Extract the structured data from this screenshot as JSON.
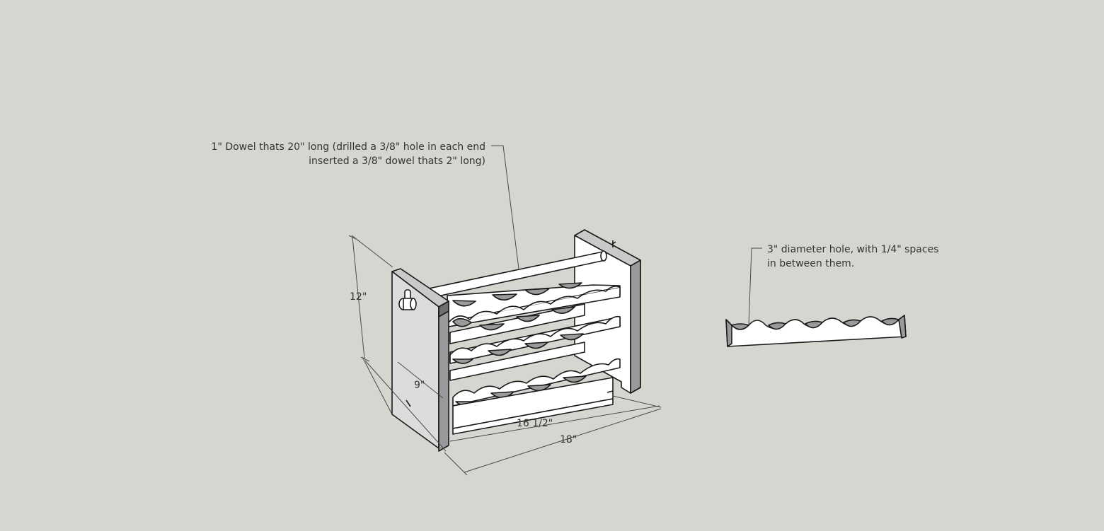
{
  "annotations": {
    "dowel_line1": "1\" Dowel thats 20\" long (drilled a 3/8\" hole in each end",
    "dowel_line2": "inserted a 3/8\" dowel thats 2\" long)",
    "hole_line1": "3\" diameter hole, with 1/4\" spaces",
    "hole_line2": "in between them."
  },
  "dimensions": {
    "height": "12\"",
    "depth": "9\"",
    "inner_width": "16 1/2\"",
    "outer_width": "18\""
  },
  "colors": {
    "background": "#d6d6d0",
    "wood_face": "#ffffff",
    "edge": "#1a1a1a"
  }
}
